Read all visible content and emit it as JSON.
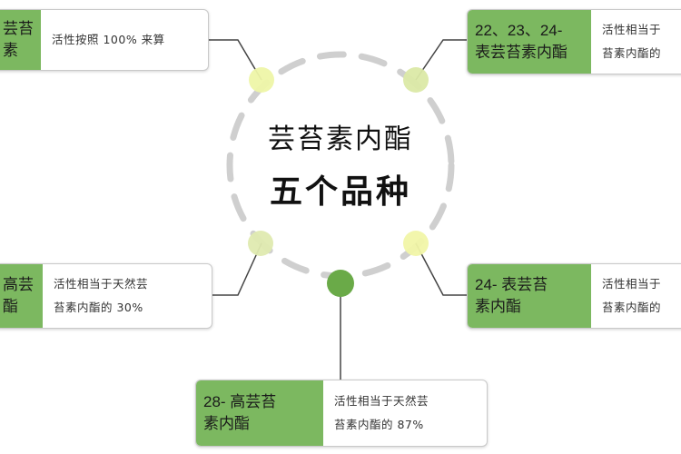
{
  "center": {
    "line1": "芸苔素内酯",
    "line2": "五个品种"
  },
  "items": [
    {
      "label": "芸苔素",
      "desc": "活性按照 100% 来算"
    },
    {
      "label": "22、23、24-\n表芸苔素内酯",
      "desc": "活性相当于\n苔素内酯的"
    },
    {
      "label": "高芸\n酯",
      "desc": "活性相当于天然芸\n苔素内酯的 30%"
    },
    {
      "label": "24- 表芸苔\n素内酯",
      "desc": "活性相当于\n苔素内酯的"
    },
    {
      "label": "28- 高芸苔\n素内酯",
      "desc": "活性相当于天然芸\n苔素内酯的 87%"
    }
  ],
  "colors": {
    "label_bg": "#7cb860",
    "dot_light": "#e6f0a6",
    "dot_dark": "#6aaa48",
    "ring": "#cfcfcf",
    "connector": "#444444"
  }
}
